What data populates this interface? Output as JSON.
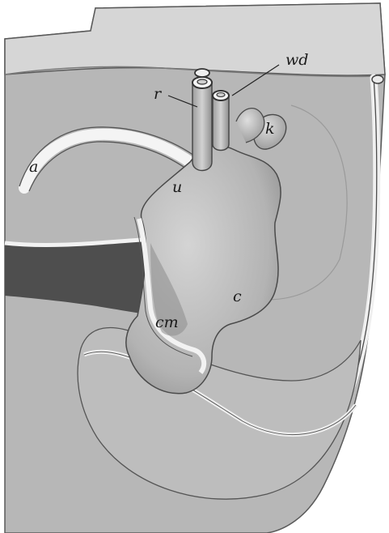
{
  "figure": {
    "labels": {
      "a": "a",
      "r": "r",
      "wd": "wd",
      "k": "k",
      "u": "u",
      "c": "c",
      "cm": "cm"
    }
  }
}
